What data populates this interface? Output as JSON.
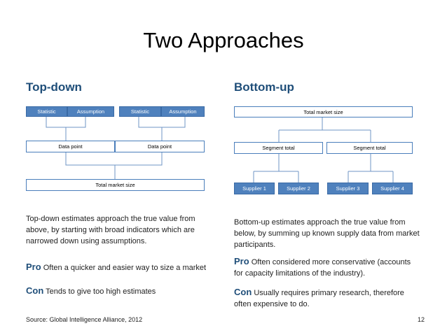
{
  "slide": {
    "title": "Two Approaches",
    "page_number": "12",
    "source": "Source: Global Intelligence Alliance, 2012"
  },
  "topdown": {
    "heading": "Top-down",
    "row1": [
      "Statistic",
      "Assumption",
      "Statistic",
      "Assumption"
    ],
    "row2": [
      "Data point",
      "Data point"
    ],
    "row3": "Total market size",
    "description": "Top-down estimates approach the true value from above, by starting with broad indicators which are narrowed down using assumptions.",
    "pro_label": "Pro",
    "pro_text": "Often a quicker and easier way to size a market",
    "con_label": "Con",
    "con_text": "Tends to give too high estimates"
  },
  "bottomup": {
    "heading": "Bottom-up",
    "row1": "Total market size",
    "row2": [
      "Segment total",
      "Segment total"
    ],
    "row3": [
      "Supplier 1",
      "Supplier 2",
      "Supplier 3",
      "Supplier 4"
    ],
    "description": "Bottom-up estimates approach the true value from below, by summing up known supply data from market participants.",
    "pro_label": "Pro",
    "pro_text": "Often considered more conservative (accounts for capacity limitations of the industry).",
    "con_label": "Con",
    "con_text": "Usually requires primary research, therefore often expensive to do."
  },
  "colors": {
    "heading": "#1f4e79",
    "box_border": "#4a7ebb",
    "box_fill_blue": "#4f81bd"
  }
}
